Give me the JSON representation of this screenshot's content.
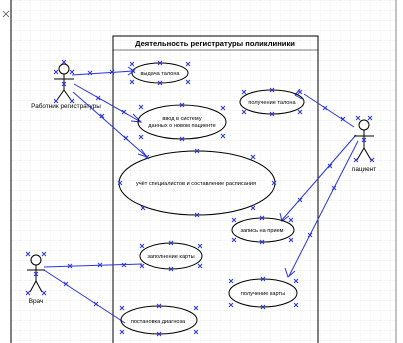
{
  "diagram": {
    "system_title": "Деятельность регистратуры поликлиники",
    "actors": {
      "registry_worker": "Работник регистратуры",
      "patient": "пациент",
      "doctor": "Врач"
    },
    "use_cases": {
      "issue_coupon": "выдача талона",
      "enter_new_patient_1": "ввод в систему",
      "enter_new_patient_2": "данных о новом пациенте",
      "schedule": "учёт специалистов и составление расписания",
      "receive_coupon": "получение талона",
      "appointment": "запись на прием",
      "fill_card": "заполнение карты",
      "receive_card": "получение  карты",
      "diagnosis": "постановка диагноза"
    }
  }
}
